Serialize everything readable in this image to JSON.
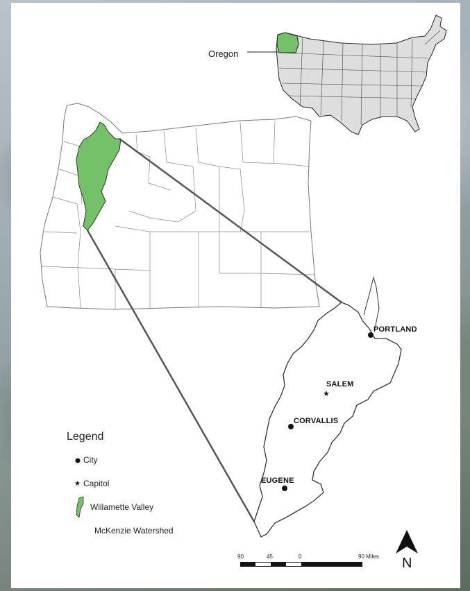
{
  "inset": {
    "label": "Oregon"
  },
  "cities": [
    "PORTLAND",
    "SALEM",
    "CORVALLIS",
    "EUGENE"
  ],
  "legend": {
    "title": "Legend",
    "items": [
      "City",
      "Capitol",
      "Willamette Valley",
      "McKenzie Watershed"
    ]
  },
  "scale": {
    "ticks": [
      "90",
      "45",
      "0",
      "90 Miles"
    ]
  },
  "north": "N",
  "colors": {
    "highlight": "#73c267",
    "land": "#dedede"
  }
}
